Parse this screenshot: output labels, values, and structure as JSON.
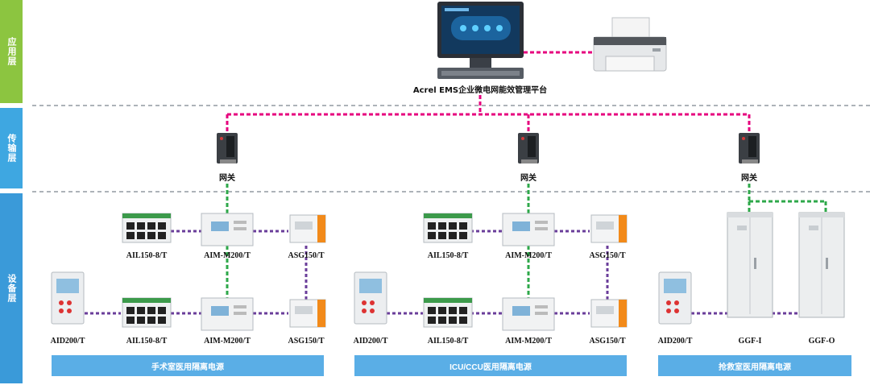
{
  "layers": {
    "application": "应用层",
    "transmission": "传输层",
    "device": "设备层"
  },
  "platform": {
    "label": "Acrel EMS企业微电网能效管理平台",
    "icon": "monitor-icon",
    "printer_icon": "printer-icon"
  },
  "gateway_label": "网关",
  "sections": [
    {
      "banner": "手术室医用隔离电源",
      "devices": {
        "ail_top": "AIL150-8/T",
        "aim_top": "AIM-M200/T",
        "asg_top": "ASG150/T",
        "aid": "AID200/T",
        "ail_bottom": "AIL150-8/T",
        "aim_bottom": "AIM-M200/T",
        "asg_bottom": "ASG150/T"
      }
    },
    {
      "banner": "ICU/CCU医用隔离电源",
      "devices": {
        "ail_top": "AIL150-8/T",
        "aim_top": "AIM-M200/T",
        "asg_top": "ASG150/T",
        "aid": "AID200/T",
        "ail_bottom": "AIL150-8/T",
        "aim_bottom": "AIM-M200/T",
        "asg_bottom": "ASG150/T"
      }
    },
    {
      "banner": "抢救室医用隔离电源",
      "devices": {
        "aid": "AID200/T",
        "ggf_i": "GGF-I",
        "ggf_o": "GGF-O"
      }
    }
  ],
  "colors": {
    "application_band": "#8cc540",
    "transmission_band": "#3ea7e1",
    "device_band": "#3a9ad9",
    "banner": "#5aaee6",
    "network_link": "#e6007e",
    "gateway_link": "#2ea84a",
    "device_link": "#6a3d9a"
  }
}
